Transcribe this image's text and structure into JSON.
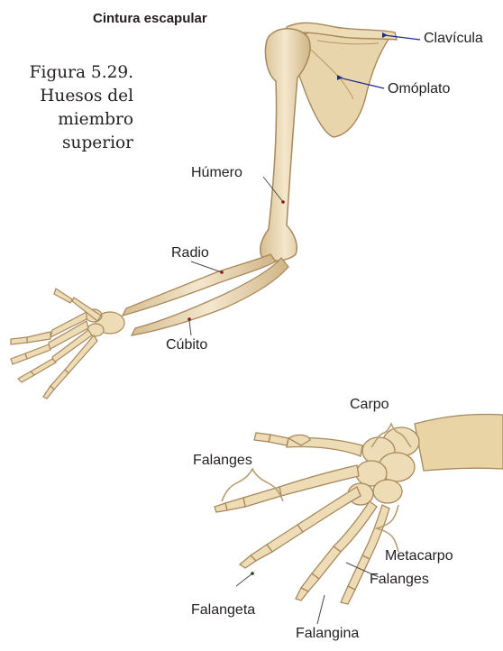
{
  "figure": {
    "caption": [
      "Figura 5.29.",
      "Huesos del",
      "miembro",
      "superior"
    ],
    "title": "Cintura escapular"
  },
  "labels": {
    "clavicula": "Clavícula",
    "omoplato": "Omóplato",
    "humero": "Húmero",
    "radio": "Radio",
    "cubito": "Cúbito",
    "carpo": "Carpo",
    "falanges_top": "Falanges",
    "metacarpo": "Metacarpo",
    "falanges_bottom": "Falanges",
    "falangeta": "Falangeta",
    "falangina": "Falangina"
  },
  "colors": {
    "bone_fill": "#ecdcb8",
    "bone_stroke": "#a8895c",
    "bone_shade": "#d4bc8e",
    "pointer_line": "#1b2a8f",
    "label_text": "#231f20"
  }
}
